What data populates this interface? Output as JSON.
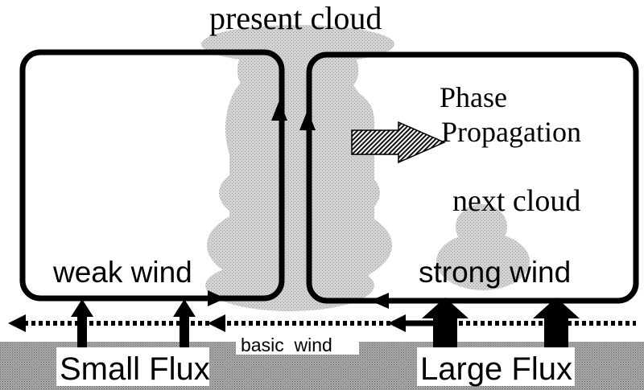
{
  "labels": {
    "present_cloud": "present cloud",
    "phase": "Phase",
    "propagation": "Propagation",
    "next_cloud": "next cloud",
    "weak_wind": "weak wind",
    "strong_wind": "strong wind",
    "basic_wind": "basic  wind",
    "small_flux": "Small Flux",
    "large_flux": "Large Flux"
  },
  "colors": {
    "ink": "#000000",
    "cloud": "#c4c4c4",
    "ground": "#9a9a9a",
    "background": "#ffffff"
  }
}
